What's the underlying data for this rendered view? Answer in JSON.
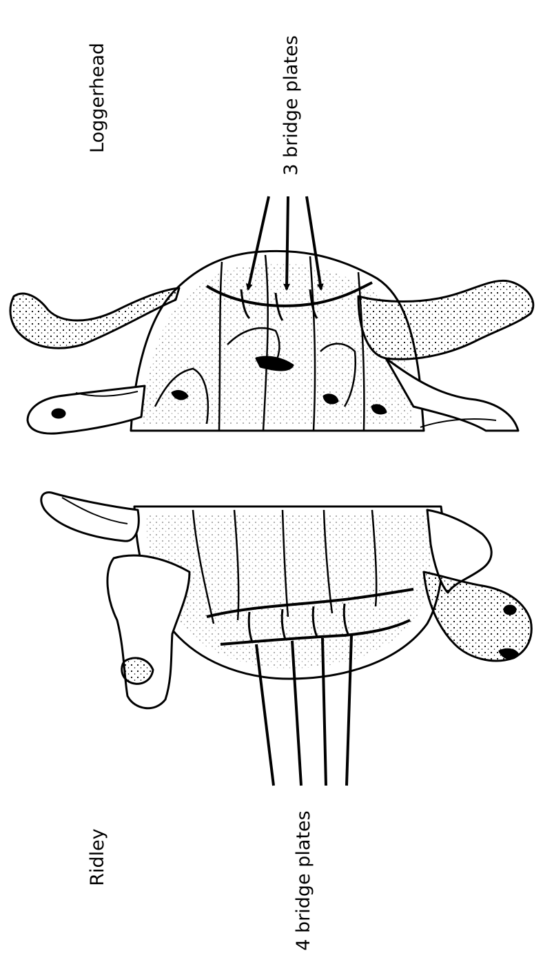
{
  "labels": {
    "loggerhead": "Loggerhead",
    "loggerhead_plates": "3 bridge plates",
    "ridley": "Ridley",
    "ridley_plates": "4 bridge plates"
  },
  "colors": {
    "ink": "#000000",
    "paper": "#ffffff"
  }
}
